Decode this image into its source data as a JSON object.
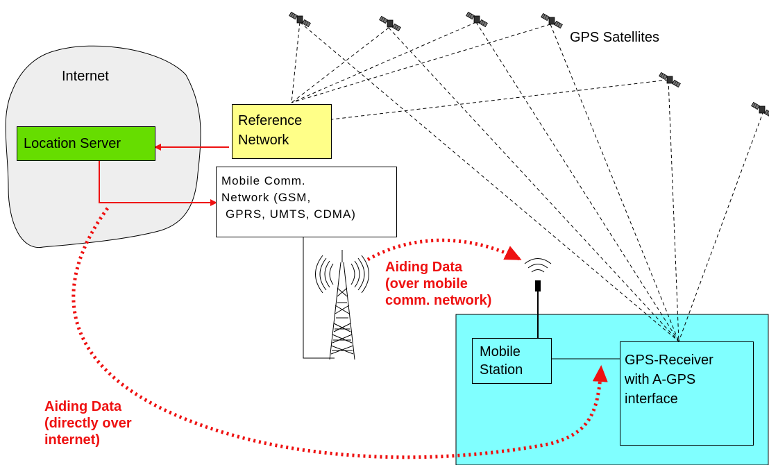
{
  "labels": {
    "gps_satellites": "GPS Satellites",
    "internet": "Internet",
    "location_server": "Location Server",
    "reference_network": [
      "Reference",
      "Network"
    ],
    "mobile_comm_network": [
      "Mobile Comm.",
      "Network (GSM,",
      "GPRS, UMTS, CDMA)"
    ],
    "mobile_station": [
      "Mobile",
      "Station"
    ],
    "gps_receiver": [
      "GPS-Receiver",
      "with A-GPS",
      "interface"
    ],
    "aiding_mobile": [
      "Aiding Data",
      "(over mobile",
      "comm. network)"
    ],
    "aiding_internet": [
      "Aiding Data",
      "(directly over",
      "internet)"
    ]
  },
  "colors": {
    "location_server_fill": "#66dd00",
    "reference_network_fill": "#ffff88",
    "device_area_fill": "#80ffff",
    "aiding_red": "#ee1111",
    "cloud_fill": "#eeeeee"
  },
  "icons": [
    "satellite-icon",
    "radio-tower-icon",
    "antenna-icon",
    "signal-waves-icon"
  ]
}
